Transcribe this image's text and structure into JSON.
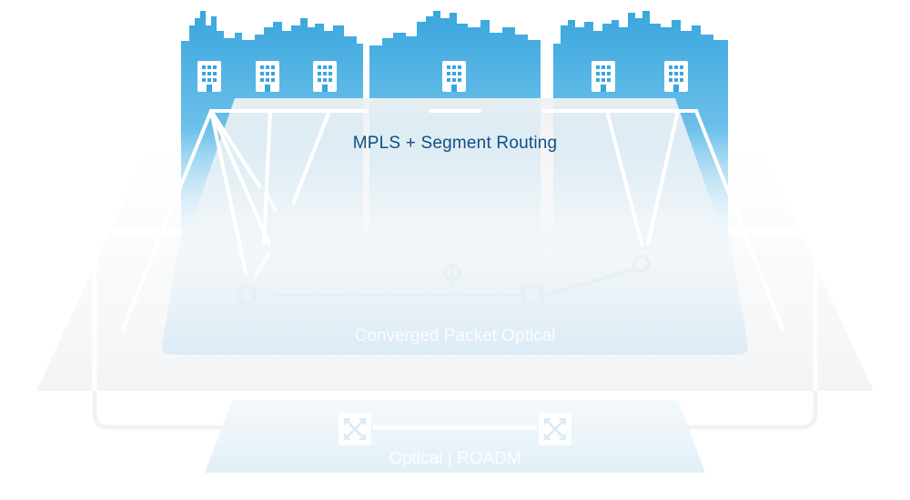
{
  "layers": {
    "top": {
      "label": "MPLS + Segment Routing"
    },
    "middle": {
      "label": "Converged Packet Optical"
    },
    "bottom": {
      "label": "Optical | ROADM"
    }
  },
  "colors": {
    "sky_top": "#3aa6de",
    "sky_bottom": "#e4f3fb",
    "building": "#ffffff",
    "window": "#3aa6de",
    "text_top": "#0f4f86",
    "plane": "#eef2f5",
    "optical_plane": "#e8f2f8"
  },
  "icons": {
    "buildings": "office-building-icon",
    "router": "router-icon",
    "roadm": "roadm-cross-icon"
  }
}
